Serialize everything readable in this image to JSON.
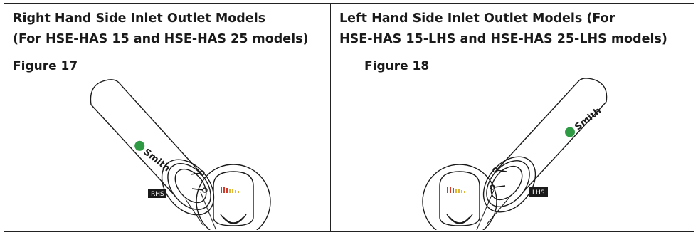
{
  "table": {
    "left_header": {
      "line1": "Right Hand Side Inlet Outlet Models",
      "line2": "(For HSE-HAS 15 and HSE-HAS 25 models)"
    },
    "right_header": {
      "line1": "Left Hand Side Inlet Outlet Models (For",
      "line2": "HSE-HAS 15-LHS and HSE-HAS 25-LHS models)"
    },
    "left_cell": {
      "figure_label": "Figure 17",
      "brand": "Smith",
      "side_tag": "RHS"
    },
    "right_cell": {
      "figure_label": "Figure 18",
      "brand": "Smith",
      "side_tag": "LHS"
    }
  },
  "colors": {
    "logo_green": "#2e9a43",
    "tag_bg": "#1a1a1a",
    "gauge_red": "#d23a2a",
    "gauge_yellow": "#e2b536"
  }
}
